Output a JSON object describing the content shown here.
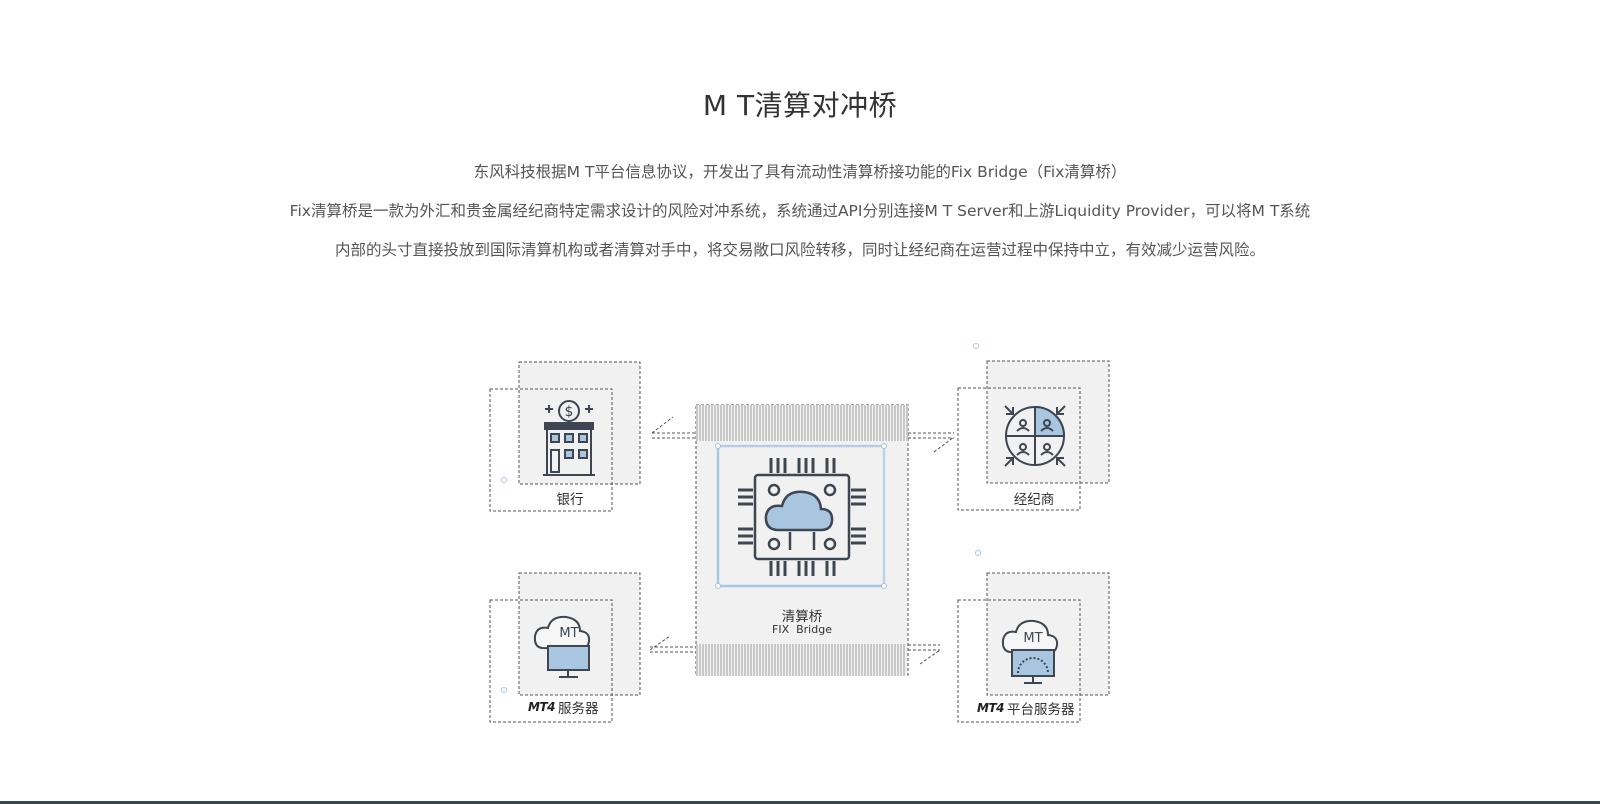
{
  "header": {
    "title": "M T清算对冲桥",
    "desc_line1": "东风科技根据M T平台信息协议，开发出了具有流动性清算桥接功能的Fix Bridge（Fix清算桥）",
    "desc_line2": "Fix清算桥是一款为外汇和贵金属经纪商特定需求设计的风险对冲系统，系统通过API分别连接M T Server和上游Liquidity Provider，可以将M T系统",
    "desc_line3": "内部的头寸直接投放到国际清算机构或者清算对手中，将交易敞口风险转移，同时让经纪商在运营过程中保持中立，有效减少运营风险。"
  },
  "diagram": {
    "bank_label": "银行",
    "broker_label": "经纪商",
    "mt_server_label": "服务器",
    "mt_platform_label": "平台服务器",
    "bridge_label": "清算桥",
    "bridge_sublabel": "FIX  Bridge",
    "mt_icon_text": "MT",
    "mt4_logo": "MT4"
  },
  "colors": {
    "accent_blue": "#a9c6e1",
    "icon_dark": "#3d4651",
    "panel_gray": "#f1f1f1",
    "dash": "#555555",
    "bottom_bar": "#3b4250"
  }
}
